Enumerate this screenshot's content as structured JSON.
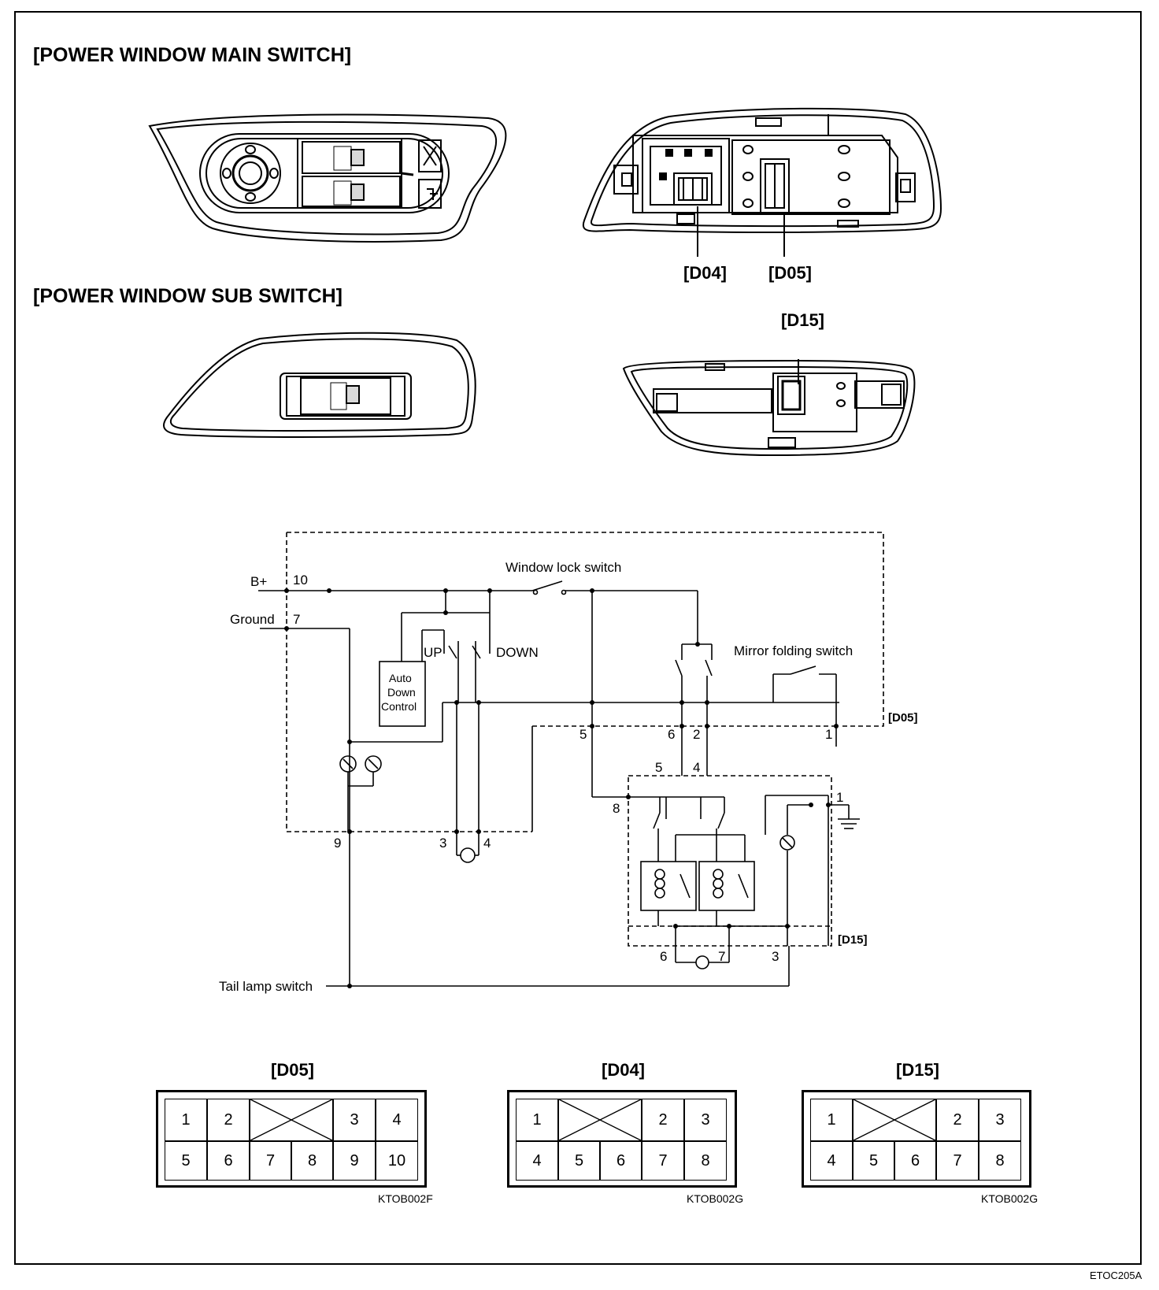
{
  "titles": {
    "main_switch": "[POWER WINDOW MAIN SWITCH]",
    "sub_switch": "[POWER WINDOW SUB SWITCH]"
  },
  "callouts": {
    "d04": "[D04]",
    "d05": "[D05]",
    "d15": "[D15]"
  },
  "schematic": {
    "b_plus": "B+",
    "ground": "Ground",
    "pin_10": "10",
    "pin_7": "7",
    "window_lock_switch": "Window lock switch",
    "up": "UP",
    "down": "DOWN",
    "auto_down_1": "Auto",
    "auto_down_2": "Down",
    "auto_down_3": "Control",
    "mirror_folding_switch": "Mirror folding switch",
    "d05_tag": "[D05]",
    "d15_tag": "[D15]",
    "pin_5": "5",
    "pin_6": "6",
    "pin_2": "2",
    "pin_1": "1",
    "sub_pin_5": "5",
    "sub_pin_4": "4",
    "sub_pin_8": "8",
    "sub_pin_1": "1",
    "pin_9": "9",
    "pin_3": "3",
    "pin_4": "4",
    "sub_pin_6": "6",
    "sub_pin_7": "7",
    "sub_pin_3": "3",
    "tail_lamp_switch": "Tail lamp switch"
  },
  "connectors": [
    {
      "title": "[D05]",
      "code": "KTOB002F",
      "row1": [
        "1",
        "2",
        "",
        "3",
        "4"
      ],
      "row2": [
        "5",
        "6",
        "7",
        "8",
        "9",
        "10"
      ]
    },
    {
      "title": "[D04]",
      "code": "KTOB002G",
      "row1": [
        "1",
        "",
        "2",
        "3"
      ],
      "row2": [
        "4",
        "5",
        "6",
        "7",
        "8"
      ]
    },
    {
      "title": "[D15]",
      "code": "KTOB002G",
      "row1": [
        "1",
        "",
        "2",
        "3"
      ],
      "row2": [
        "4",
        "5",
        "6",
        "7",
        "8"
      ]
    }
  ],
  "figure_code": "ETOC205A"
}
